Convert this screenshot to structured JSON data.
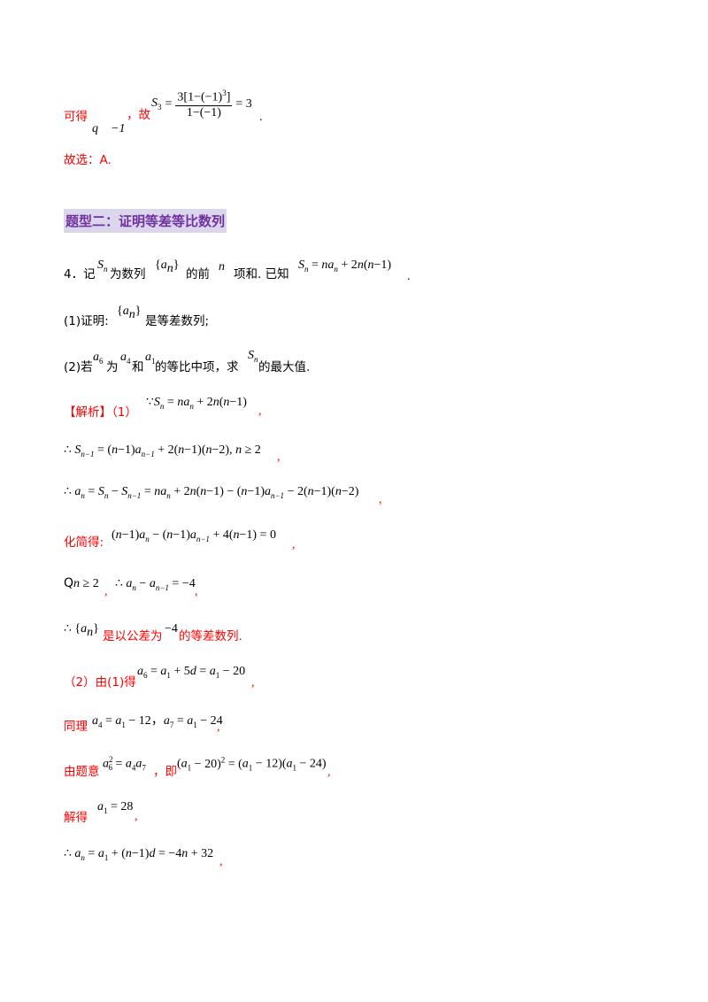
{
  "intro": {
    "kede": "可得",
    "q_eq": "q = −1",
    "gu": "，故",
    "s3_lhs": "S",
    "s3_sub": "3",
    "num_a": "3",
    "num_b": "1−(−1)",
    "num_exp": "3",
    "den": "1−(−1)",
    "result": "= 3",
    "period": "."
  },
  "choice": "故选：A.",
  "section_heading": "题型二：证明等差等比数列",
  "problem": {
    "number": "4．",
    "ji": "记",
    "S": "S",
    "n": "n",
    "wei": "为数列",
    "an_set": "{a",
    "an_set_end": "}",
    "de_qian": "的前",
    "n_var": "n",
    "xiang_he": "项和. 已知",
    "formula": "S",
    "formula_rest": " = na",
    "formula_rest2": " + 2n(n−1)",
    "end": ".",
    "part1_label": "(1)证明:",
    "part1_set": "{a",
    "part1_text": "是等差数列;",
    "part2_ruo": "(2)若",
    "part2_a6": "a",
    "part2_sub6": "6",
    "part2_wei": "为",
    "part2_a4": "a",
    "part2_sub4": "4",
    "part2_he": "和",
    "part2_a1": "a",
    "part2_sub1": "1",
    "part2_mid": "的等比中项，求",
    "part2_S": "S",
    "part2_end": "的最大值."
  },
  "solution": {
    "label": "【解析】",
    "part1": "（1）",
    "because": "∵",
    "eq1": "S",
    "eq1_rest": " = na",
    "eq1_rest2": " + 2n(n−1)",
    "comma": ",",
    "line2": "∴ S",
    "line2_rest": " = (n−1)a",
    "line2_rest2": " + 2(n−1)(n−2), n ≥ 2",
    "line3": "∴ a",
    "line3_rest": " = S",
    "line3_rest2": " − S",
    "line3_rest3": " = na",
    "line3_rest4": " + 2n(n−1) − (n−1)a",
    "line3_rest5": " − 2(n−1)(n−2)",
    "simplify_label": "化简得:",
    "line4": "(n−1)a",
    "line4_rest": " − (n−1)a",
    "line4_rest2": " + 4(n−1) = 0",
    "line5_q": "Q",
    "line5": "n ≥ 2",
    "line5_b": "∴ a",
    "line5_b_rest": " − a",
    "line5_b_rest2": " = −4",
    "line6": "∴ {a",
    "line6_end": "}",
    "line6_text": "是以公差为",
    "line6_val": "−4",
    "line6_text2": "的等差数列.",
    "part2_label": "（2）由(1)得",
    "p2_eq": "a",
    "p2_eq_rest": " = a",
    "p2_eq_rest2": " + 5d = a",
    "p2_eq_rest3": " − 20",
    "tongli": "同理",
    "tongli_eq": "a",
    "tongli_rest": " = a",
    "tongli_rest2": " − 12，a",
    "tongli_rest3": " = a",
    "tongli_rest4": " − 24",
    "youtiyi": "由题意",
    "youtiyi_eq": "a",
    "youtiyi_rest": " = a",
    "ji2": "，即",
    "ji2_eq": "(a",
    "ji2_rest": " − 20)",
    "ji2_rest2": " = (a",
    "ji2_rest3": " − 12)(a",
    "ji2_rest4": " − 24)",
    "jiede": "解得",
    "jiede_eq": "a",
    "jiede_rest": " = 28",
    "final": "∴ a",
    "final_rest": " = a",
    "final_rest2": " + (n−1)d = −4n + 32"
  }
}
